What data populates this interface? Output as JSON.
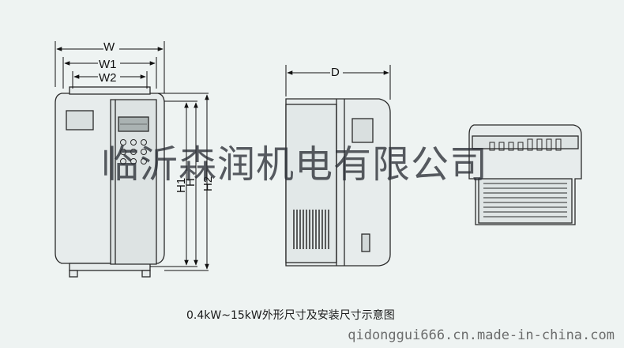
{
  "dimensions": {
    "w": "W",
    "w1": "W1",
    "w2": "W2",
    "h": "H",
    "h1": "H1",
    "h2": "H2",
    "d": "D"
  },
  "watermark": "临沂森润机电有限公司",
  "caption": "0.4kW~15kW外形尺寸及安装尺寸示意图",
  "site": "qidonggui666.cn.made-in-china.com",
  "colors": {
    "background": "#eef3f2",
    "line": "#2a2a2a",
    "panel": "#cfd6d6",
    "display": "#aab2b2"
  }
}
